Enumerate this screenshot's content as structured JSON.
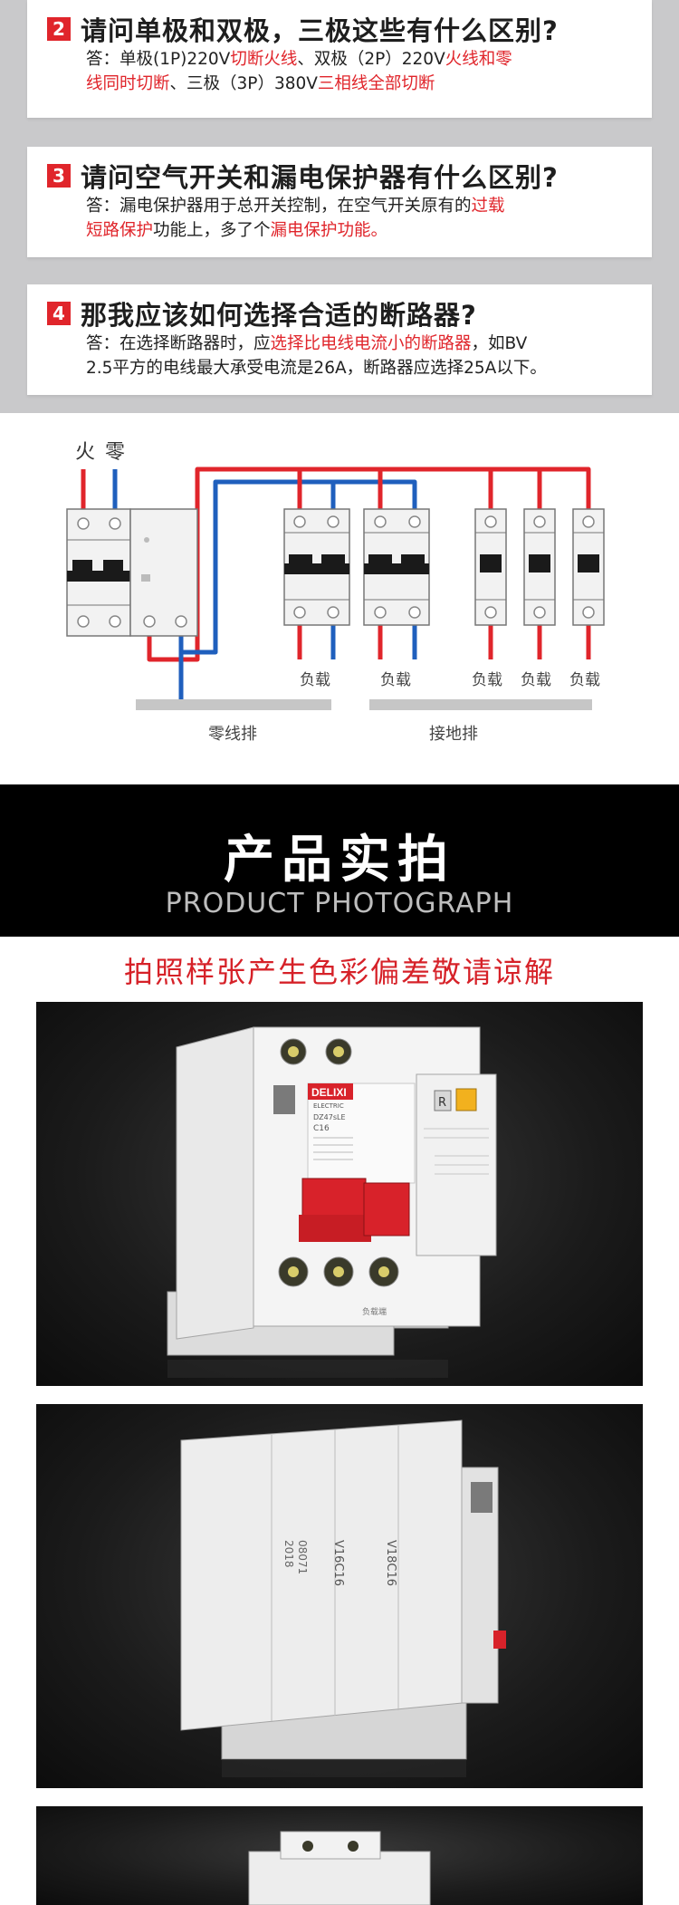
{
  "faq": [
    {
      "num": "2",
      "question": "请问单极和双极，三极这些有什么区别?",
      "answer_line1": [
        {
          "t": "答：单极(1P)220V",
          "red": false
        },
        {
          "t": "切断火线",
          "red": true
        },
        {
          "t": "、双极（2P）220V",
          "red": false
        },
        {
          "t": "火线和零",
          "red": true
        }
      ],
      "answer_line2": [
        {
          "t": "线同时切断",
          "red": true
        },
        {
          "t": "、三极（3P）380V",
          "red": false
        },
        {
          "t": "三相线全部切断",
          "red": true
        }
      ]
    },
    {
      "num": "3",
      "question": "请问空气开关和漏电保护器有什么区别?",
      "answer_line1": [
        {
          "t": "答：漏电保护器用于总开关控制，在空气开关原有的",
          "red": false
        },
        {
          "t": "过载",
          "red": true
        }
      ],
      "answer_line2": [
        {
          "t": "短路保护",
          "red": true
        },
        {
          "t": "功能上，多了个",
          "red": false
        },
        {
          "t": "漏电保护功能。",
          "red": true
        }
      ]
    },
    {
      "num": "4",
      "question": "那我应该如何选择合适的断路器?",
      "answer_line1": [
        {
          "t": "答：在选择断路器时，应",
          "red": false
        },
        {
          "t": "选择比电线电流小的断路器",
          "red": true
        },
        {
          "t": "，如BV",
          "red": false
        }
      ],
      "answer_line2": [
        {
          "t": "2.5平方的电线最大承受电流是26A，断路器应选择25A以下。",
          "red": false
        }
      ]
    }
  ],
  "wiring": {
    "live_label": "火",
    "neutral_label": "零",
    "load_label": "负载",
    "neutral_bar_label": "零线排",
    "ground_bar_label": "接地排",
    "live_color": "#e0252b",
    "neutral_color": "#1f5fbd"
  },
  "banner": {
    "title": "产品实拍",
    "subtitle": "PRODUCT PHOTOGRAPH"
  },
  "notice": "拍照样张产生色彩偏差敬请谅解",
  "product": {
    "brand": "DELIXI",
    "brand_sub": "ELECTRIC",
    "model": "DZ47sLE",
    "rating": "C16",
    "test_button": "R",
    "load_side_label": "负载端",
    "side_code_1": "2018",
    "side_code_2": "08071",
    "side_marking_1": "V16C16",
    "side_marking_2": "V18C16"
  }
}
